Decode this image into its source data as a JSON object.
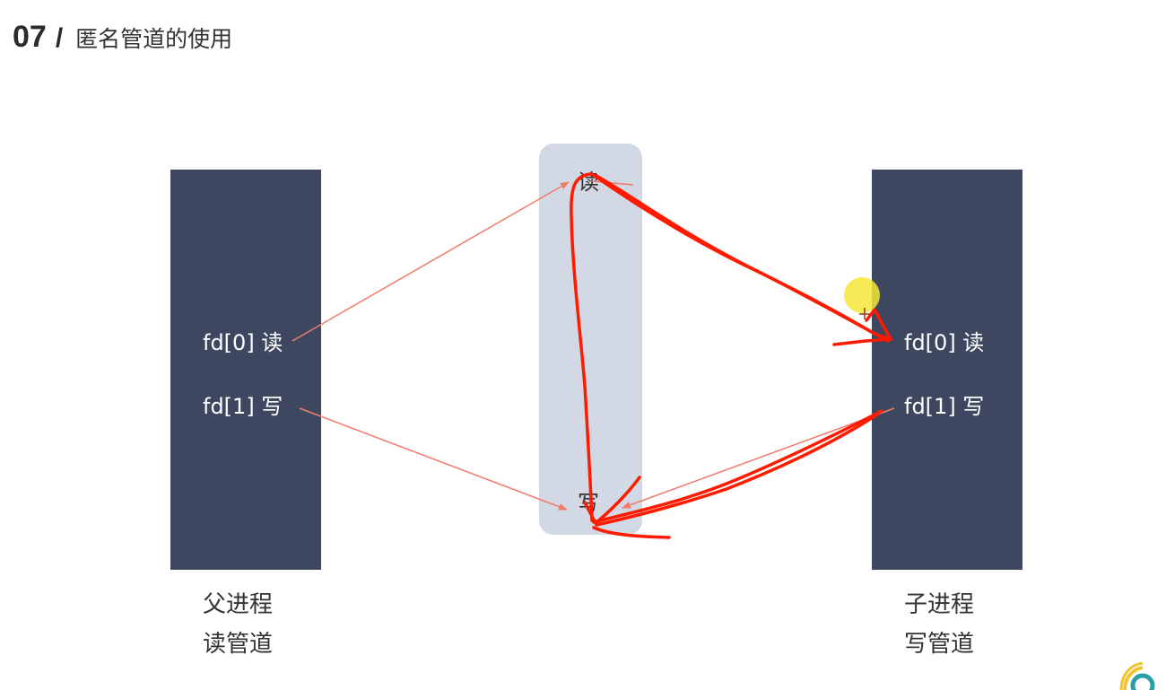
{
  "header": {
    "section_number": "07",
    "slash": "/",
    "title": "匿名管道的使用"
  },
  "parent_process": {
    "fd0_label": "fd[0] 读",
    "fd1_label": "fd[1] 写",
    "caption_line1": "父进程",
    "caption_line2": "读管道"
  },
  "child_process": {
    "fd0_label": "fd[0] 读",
    "fd1_label": "fd[1] 写",
    "caption_line1": "子进程",
    "caption_line2": "写管道"
  },
  "pipe": {
    "read_end_label": "读",
    "write_end_label": "写"
  },
  "colors": {
    "process_box": "#3d4860",
    "pipe_box": "#d3d8e5",
    "arrow": "#f07c6c",
    "annotation": "#ff1a00",
    "cursor_highlight": "#f5e63a"
  },
  "icons": {
    "logo": "corner-logo-icon",
    "cursor": "cursor-highlight"
  }
}
